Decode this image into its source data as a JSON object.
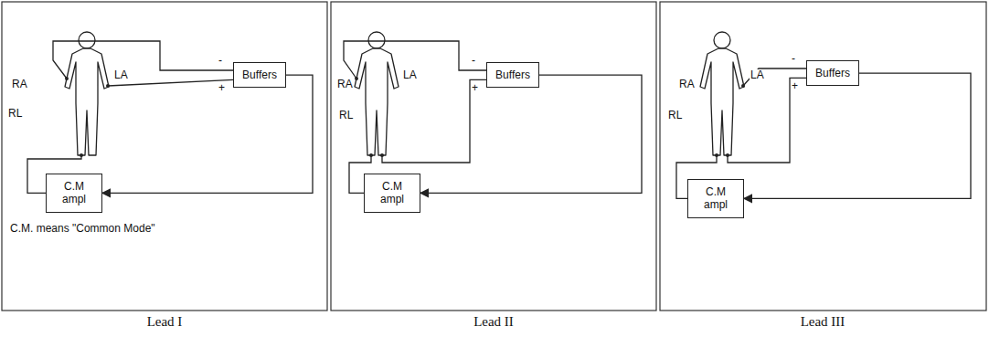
{
  "diagram": {
    "nodes": [
      {
        "text": [
          "Buffers"
        ]
      },
      {
        "text": [
          "C.M ampl"
        ]
      },
      {
        "text": [
          "Buffers"
        ]
      },
      {
        "text": [
          "C.M ampl"
        ]
      },
      {
        "text": [
          "Buffers"
        ]
      },
      {
        "text": [
          "C.M ampl"
        ]
      }
    ],
    "edges": [
      {
        "from": 0,
        "to": 1,
        "arrow": "to"
      },
      {
        "from": 2,
        "to": 3,
        "arrow": "to"
      },
      {
        "from": 4,
        "to": 5,
        "arrow": "to"
      }
    ],
    "labels": [
      "RA",
      "LA",
      "RL",
      "-",
      "+",
      "C.M. means \"Common Mode\"",
      "Lead I",
      "RA",
      "LA",
      "RL",
      "-",
      "+",
      "Lead II",
      "RA",
      "LA",
      "RL",
      "-",
      "+",
      "Lead III"
    ]
  }
}
